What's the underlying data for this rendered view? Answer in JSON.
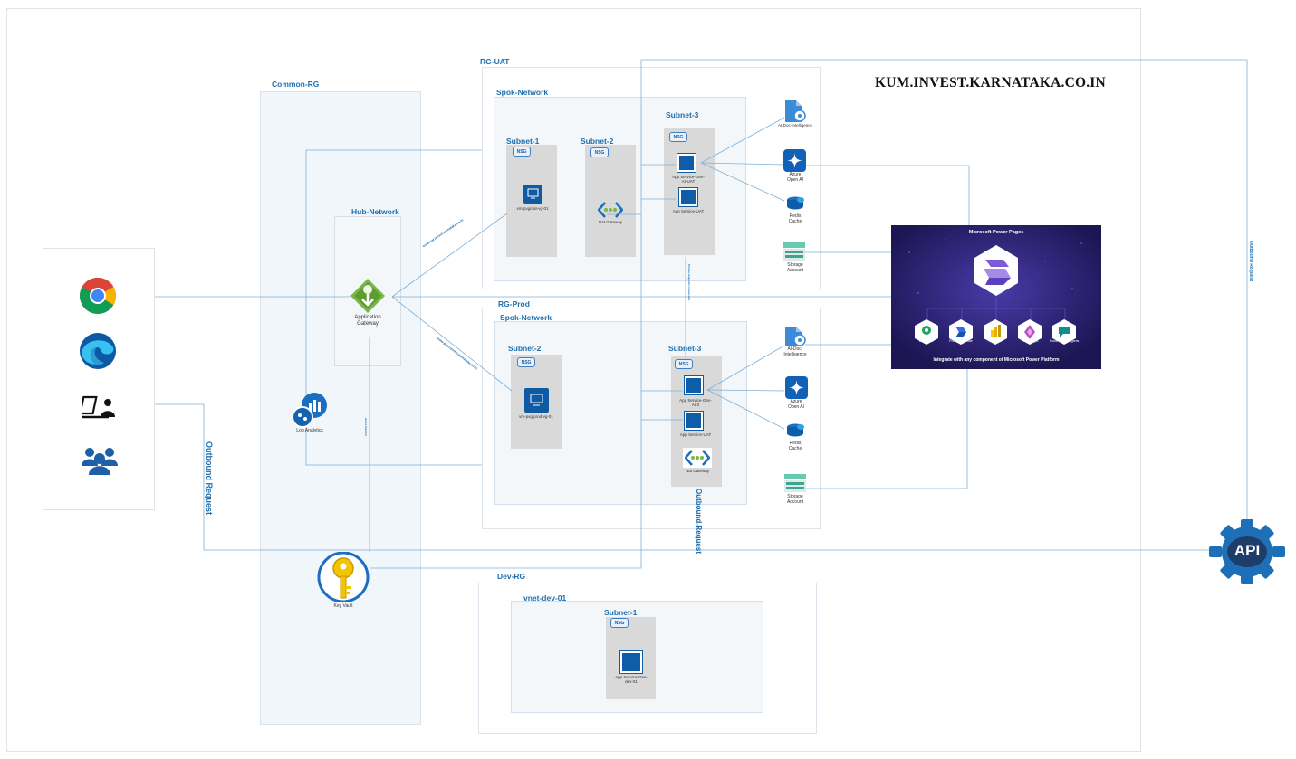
{
  "title": "KUM.INVEST.KARNATAKA.CO.IN",
  "groups": {
    "common_rg": "Common-RG",
    "hub_network": "Hub-Network",
    "rg_uat": "RG-UAT",
    "rg_prod": "RG-Prod",
    "dev_rg": "Dev-RG",
    "spok_network_uat": "Spok-Network",
    "spok_network_prod": "Spok-Network",
    "vnet_dev": "vnet-dev-01"
  },
  "subnets": {
    "uat_subnet1": "Subnet-1",
    "uat_subnet2": "Subnet-2",
    "uat_subnet3": "Subnet-3",
    "prod_subnet2": "Subnet-2",
    "prod_subnet3": "Subnet-3",
    "dev_subnet1": "Subnet-1"
  },
  "nsg_label": "NSG",
  "resources": {
    "app_gateway": "Application Gateway",
    "log_analytics": "Log Analytics",
    "key_vault": "Key Vault",
    "monitor_label": "Azure Monitor",
    "uat_vm": "vm-pvg/uat-vg-01",
    "uat_nat": "Nat Gateway",
    "uat_app1": "App Service-Gen-AI-UAT",
    "uat_app2": "App Service-UAT",
    "prod_vm": "vm-pvg/prod-vg-01",
    "prod_app1": "App Service-Gen-AI-2",
    "prod_app2": "App Service-UAT",
    "prod_nat": "Nat Gateway",
    "dev_app": "App Service-Gen-dev-01",
    "ai_doc_uat": "AI-Doc-Intelligence",
    "openai_uat_1": "Azure",
    "openai_uat_2": "Open AI",
    "redis_uat_1": "Redis",
    "redis_uat_2": "Cache",
    "storage_uat_1": "Storage",
    "storage_uat_2": "Account",
    "ai_doc_prod_1": "AI-Doc-",
    "ai_doc_prod_2": "Intelligence",
    "openai_prod_1": "Azure",
    "openai_prod_2": "Open AI",
    "redis_prod_1": "Redis",
    "redis_prod_2": "Cache",
    "storage_prod_1": "Storage",
    "storage_prod_2": "Account"
  },
  "edges": {
    "uat_url": "www.uat.invest.karnataka.co.in",
    "prod_url": "www.prod.invest.karnataka.co.in",
    "private_link": "Private endpoint connection"
  },
  "power_pages": {
    "title": "Microsoft Power Pages",
    "footer": "Integrate with any component of Microsoft Power Platform",
    "apps": [
      "Dataverse",
      "Power Automate",
      "Power BI",
      "Power Apps",
      "Power Virtual Agents"
    ]
  },
  "outbound_left": "Outbound Request",
  "outbound_mid": "Outbound Request",
  "outbound_right": "Outbound Request",
  "api_label": "API",
  "colors": {
    "accent": "#1f6fae",
    "line": "#7fb0d6",
    "api": "#1d6fb8",
    "banner": "#1c1654"
  }
}
